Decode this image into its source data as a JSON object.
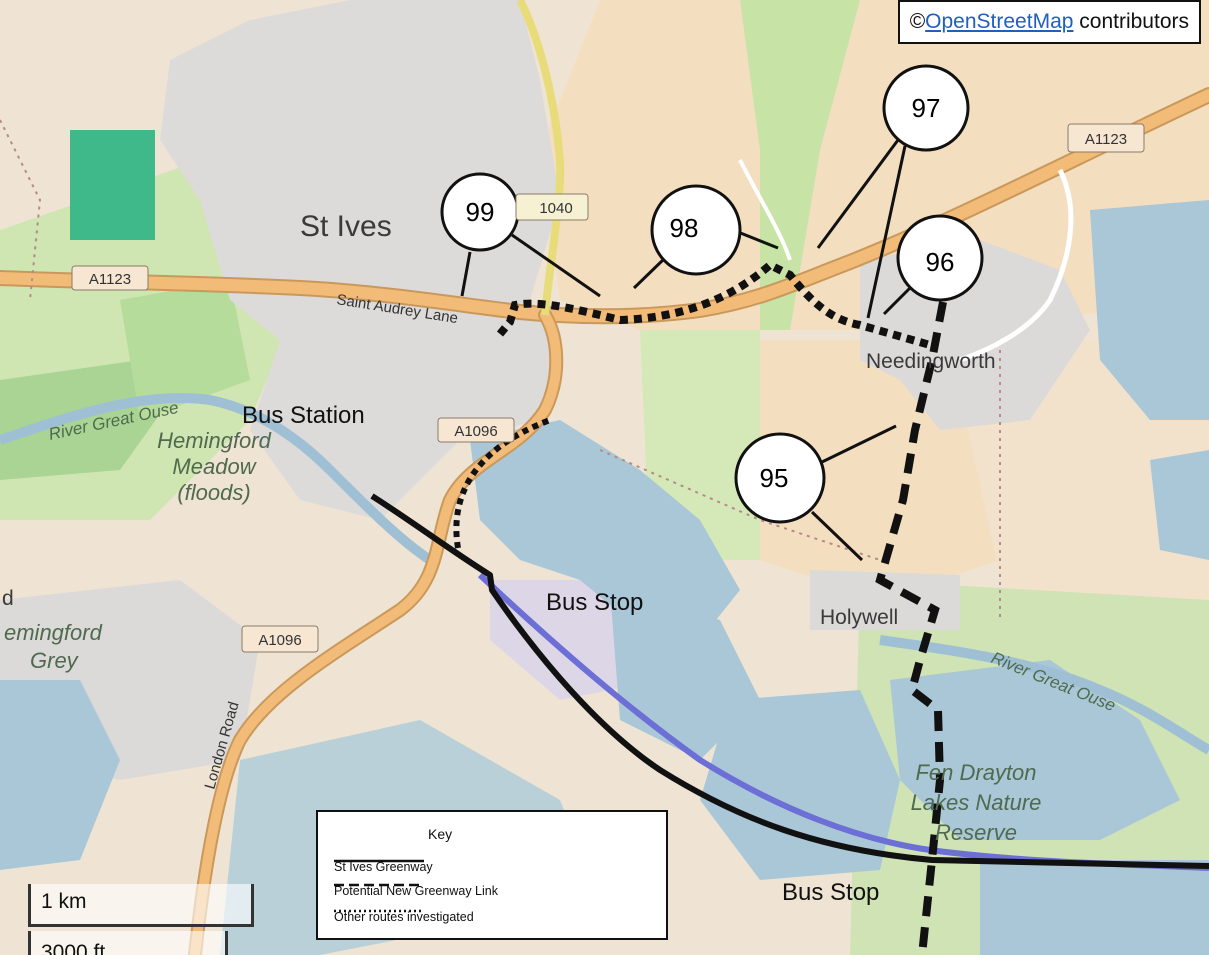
{
  "attribution": {
    "prefix": "©",
    "link_text": "OpenStreetMap",
    "suffix": " contributors"
  },
  "places": {
    "st_ives": "St Ives",
    "needingworth": "Needingworth",
    "holywell": "Holywell",
    "hemingford_meadow": [
      "Hemingford",
      "Meadow",
      "(floods)"
    ],
    "hemingford_grey": [
      "emingford",
      "Grey"
    ],
    "fen_drayton": [
      "Fen Drayton",
      "Lakes Nature",
      "Reserve"
    ],
    "river_great_ouse_west": "River Great Ouse",
    "river_great_ouse_east": "River Great Ouse",
    "edge_letter": "d"
  },
  "roads": {
    "a1123_west": "A1123",
    "a1123_east": "A1123",
    "a1040": "1040",
    "a1096_north": "A1096",
    "a1096_south": "A1096",
    "saint_audrey_lane": "Saint Audrey Lane",
    "london_road": "London Road"
  },
  "annotations": {
    "bus_station": "Bus Station",
    "bus_stop_1": "Bus Stop",
    "bus_stop_2": "Bus Stop"
  },
  "callouts": [
    "99",
    "98",
    "97",
    "96",
    "95"
  ],
  "legend": {
    "title": "Key",
    "items": [
      "St Ives Greenway",
      "Potential New Greenway Link",
      "Other routes investigated"
    ]
  },
  "scale": {
    "km": "1 km",
    "ft": "3000 ft"
  },
  "colors": {
    "land": "#f1e6d6",
    "farmland": "#f4dfc0",
    "water": "#a9c7d6",
    "urban": "#dddada",
    "grass": "#c5e3a6",
    "wood": "#9ecd86",
    "main_road": "#f0b770",
    "rail": "#6b6fd6"
  }
}
